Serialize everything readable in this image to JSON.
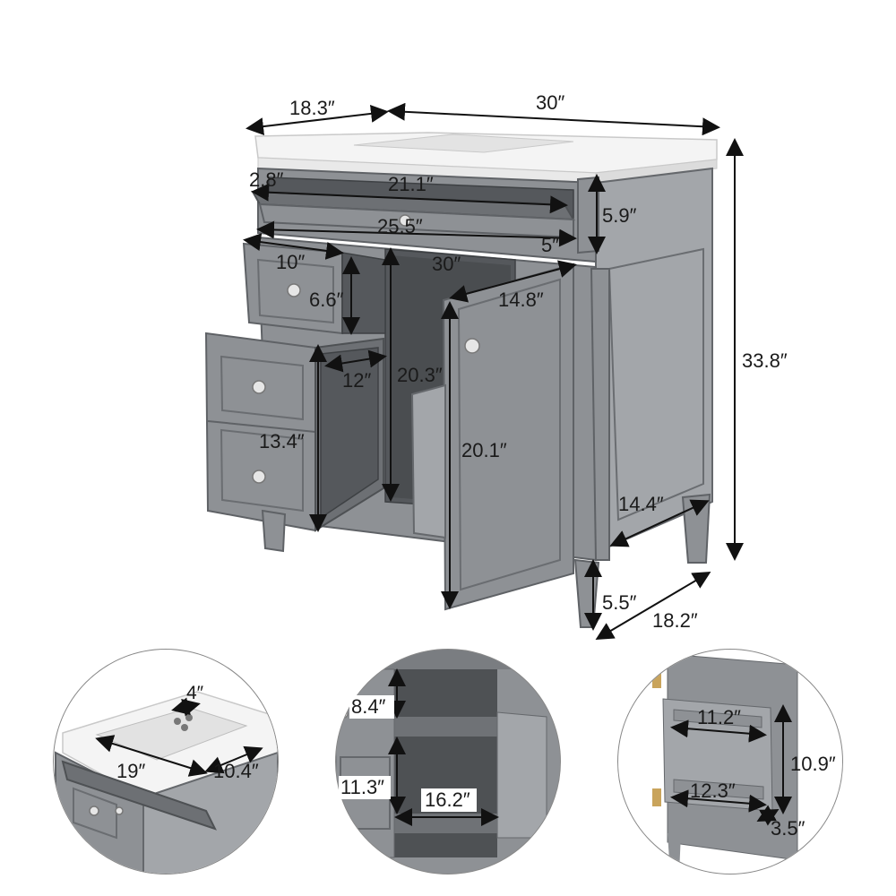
{
  "dimensions": {
    "depth_top": "18.3″",
    "width_top": "30″",
    "drawer_front_offset": "2.8″",
    "drawer_width": "21.1″",
    "drawer_inner_width": "25.5″",
    "top_height": "5.9″",
    "drawer_gap": "5″",
    "small_drawer_width": "10″",
    "cabinet_inner_width": "30″",
    "small_drawer_height": "6.6″",
    "door_width": "14.8″",
    "total_height": "33.8″",
    "drawer_depth": "12″",
    "inner_height": "20.3″",
    "lower_drawer_height": "13.4″",
    "door_height": "20.1″",
    "side_depth": "14.4″",
    "leg_height": "5.5″",
    "base_depth": "18.2″"
  },
  "details": {
    "sink_hole_spacing": "4″",
    "sink_width": "19″",
    "sink_depth": "10.4″",
    "shelf_height": "8.4″",
    "shelf_lower_height": "11.3″",
    "shelf_width": "16.2″",
    "rack_top_width": "11.2″",
    "rack_height": "10.9″",
    "rack_bottom_width": "12.3″",
    "rack_depth": "3.5″"
  },
  "colors": {
    "cabinet": "#8e9195",
    "countertop": "#f4f4f4",
    "interior": "#55585c"
  }
}
